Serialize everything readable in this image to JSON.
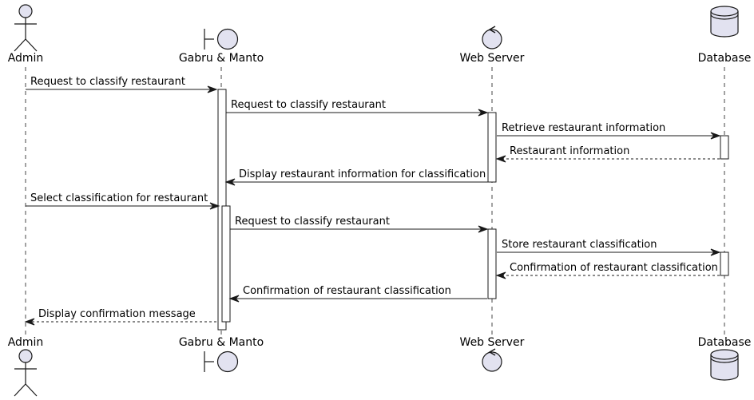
{
  "participants": [
    {
      "id": "admin",
      "name": "Admin",
      "kind": "actor"
    },
    {
      "id": "gabru",
      "name": "Gabru & Manto",
      "kind": "boundary"
    },
    {
      "id": "web",
      "name": "Web Server",
      "kind": "control"
    },
    {
      "id": "db",
      "name": "Database",
      "kind": "database"
    }
  ],
  "messages": [
    {
      "from": "admin",
      "to": "gabru",
      "text": "Request to classify restaurant",
      "style": "solid"
    },
    {
      "from": "gabru",
      "to": "web",
      "text": "Request to classify restaurant",
      "style": "solid"
    },
    {
      "from": "web",
      "to": "db",
      "text": "Retrieve restaurant information",
      "style": "solid"
    },
    {
      "from": "db",
      "to": "web",
      "text": "Restaurant information",
      "style": "dashed"
    },
    {
      "from": "web",
      "to": "gabru",
      "text": "Display restaurant information for classification",
      "style": "solid"
    },
    {
      "from": "admin",
      "to": "gabru",
      "text": "Select classification for restaurant",
      "style": "solid"
    },
    {
      "from": "gabru",
      "to": "web",
      "text": "Request to classify restaurant",
      "style": "solid"
    },
    {
      "from": "web",
      "to": "db",
      "text": "Store restaurant classification",
      "style": "solid"
    },
    {
      "from": "db",
      "to": "web",
      "text": "Confirmation of restaurant classification",
      "style": "dashed"
    },
    {
      "from": "web",
      "to": "gabru",
      "text": "Confirmation of restaurant classification",
      "style": "solid"
    },
    {
      "from": "gabru",
      "to": "admin",
      "text": "Display confirmation message",
      "style": "dashed"
    }
  ],
  "colors": {
    "participant_fill": "#e2e2f0",
    "participant_stroke": "#181818",
    "lifeline": "#181818",
    "arrow": "#181818",
    "activation_fill": "#ffffff"
  }
}
